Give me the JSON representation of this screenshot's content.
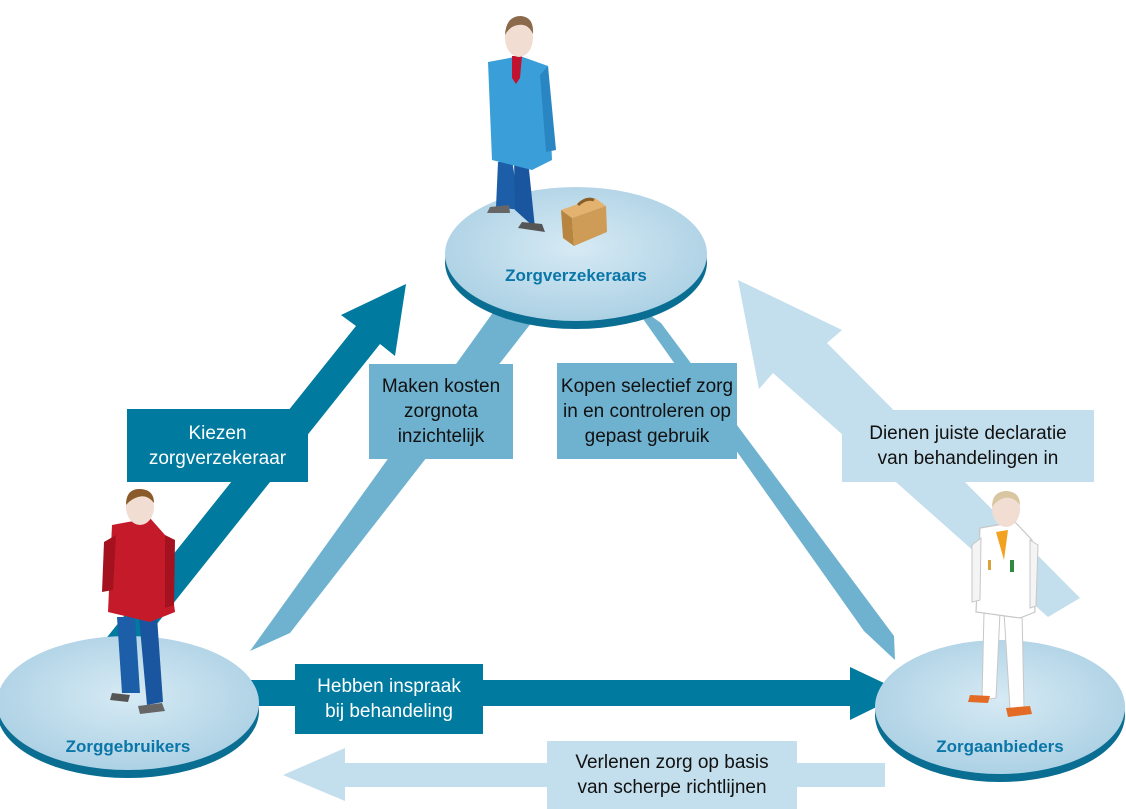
{
  "nodes": {
    "insurers": "Zorgverzekeraars",
    "users": "Zorggebruikers",
    "providers": "Zorgaanbieders"
  },
  "relations": {
    "users_to_insurers": "Kiezen\nzorgverzekeraar",
    "insurers_to_users": "Maken kosten\nzorgnota\ninzichtelijk",
    "insurers_to_providers": "Kopen selectief zorg\nin en controleren op\ngepast gebruik",
    "providers_to_insurers": "Dienen juiste declaratie\nvan behandelingen in",
    "users_to_providers": "Hebben inspraak\nbij behandeling",
    "providers_to_users": "Verlenen zorg op basis\nvan scherpe richtlijnen"
  },
  "colors": {
    "dark_arrow": "#007a9e",
    "mid_arrow": "#6fb2d0",
    "light_arrow": "#c3deec",
    "platform": "#c3deec",
    "label_text": "#0a76a8"
  },
  "icons": [
    "insurer-person-icon",
    "briefcase-icon",
    "user-person-icon",
    "doctor-person-icon"
  ]
}
